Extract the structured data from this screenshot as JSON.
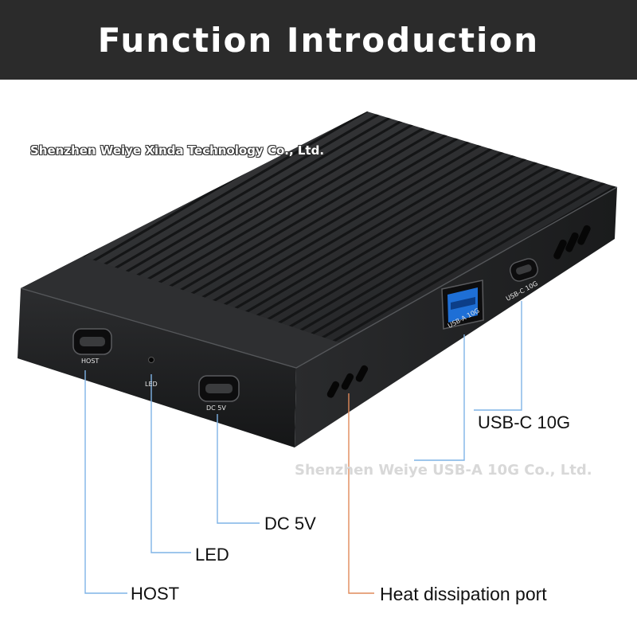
{
  "header": {
    "title": "Function Introduction"
  },
  "watermarks": [
    "Shenzhen Weiye Xinda Technology Co., Ltd.",
    "Shenzhen Weiye USB-A 10G Co., Ltd."
  ],
  "port_labels": {
    "host": "HOST",
    "led": "LED",
    "dc": "DC 5V",
    "usb_a": "USB-A 10G",
    "usb_c": "USB-C 10G"
  },
  "callouts": {
    "usb_c": "USB-C 10G",
    "dc": "DC 5V",
    "led": "LED",
    "host": "HOST",
    "heat": "Heat dissipation port"
  },
  "colors": {
    "header_bg": "#2b2b2b",
    "line_blue": "#7fb3e6",
    "line_orange": "#e08a5a",
    "usb_a_blue": "#1e6fd6"
  }
}
